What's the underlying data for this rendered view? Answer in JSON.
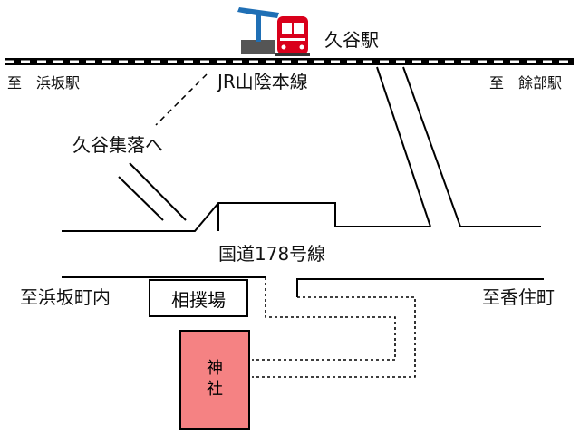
{
  "station": {
    "name": "久谷駅"
  },
  "railway": {
    "name": "JR山陰本線",
    "to_west": "至　浜坂駅",
    "to_east": "至　餘部駅"
  },
  "settlement_direction": "久谷集落へ",
  "highway": {
    "name": "国道178号線",
    "to_west": "至浜坂町内",
    "to_east": "至香住町"
  },
  "sumo_ring": {
    "label": "相撲場"
  },
  "shrine": {
    "line1": "神",
    "line2": "社"
  },
  "colors": {
    "shrine_fill": "#f58283",
    "train_body": "#d9001b",
    "station_roof": "#1f6fb5",
    "station_base": "#555555",
    "line": "#000000"
  }
}
